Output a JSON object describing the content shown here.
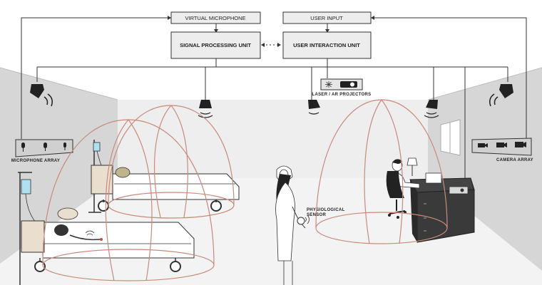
{
  "diagram": {
    "boxes": {
      "virtual_microphone": "VIRTUAL MICROPHONE",
      "user_input": "USER INPUT",
      "signal_processing_unit": "SIGNAL PROCESSING UNIT",
      "user_interaction_unit": "USER INTERACTION UNIT"
    },
    "labels": {
      "laser_projectors": "LASER / AR PROJECTORS",
      "microphone_array": "MICROPHONE ARRAY",
      "camera_array": "CAMERA ARRAY",
      "physiological_sensor_line1": "PHYSIOLOGICAL",
      "physiological_sensor_line2": "SENSOR"
    }
  },
  "colors": {
    "zone_outline": "#c98a7c",
    "wall": "#d9d9d9",
    "back_wall": "#efefef",
    "floor": "#f4f4f4",
    "line": "#333333",
    "desk": "#3a3a3a"
  }
}
